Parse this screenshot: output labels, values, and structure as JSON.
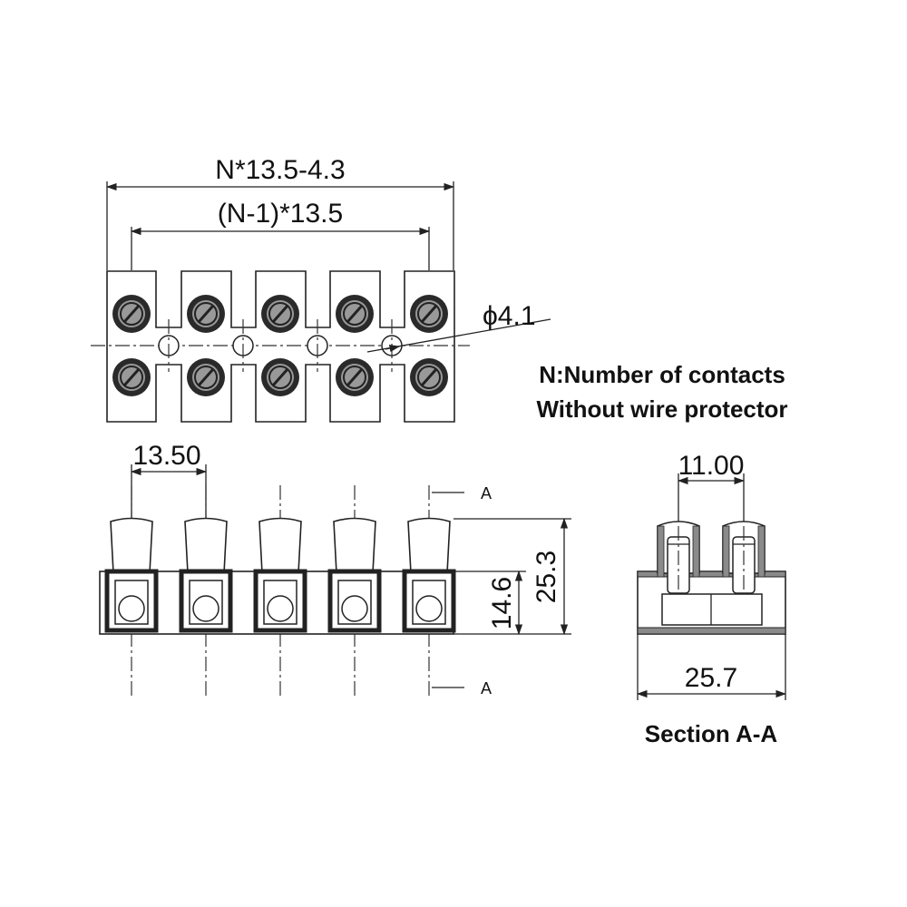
{
  "top_view": {
    "overall_width_label": "N*13.5-4.3",
    "pitch_span_label": "(N-1)*13.5",
    "hole_diameter_label": "ϕ4.1",
    "contact_count": 5
  },
  "notes": {
    "line1": "N:Number of contacts",
    "line2": "Without wire protector"
  },
  "front_view": {
    "pitch_label": "13.50",
    "height_label": "25.3",
    "body_height_label": "14.6",
    "section_marker_top": "A",
    "section_marker_bottom": "A"
  },
  "section_view": {
    "screw_spacing_label": "11.00",
    "width_label": "25.7",
    "title": "Section A-A"
  }
}
